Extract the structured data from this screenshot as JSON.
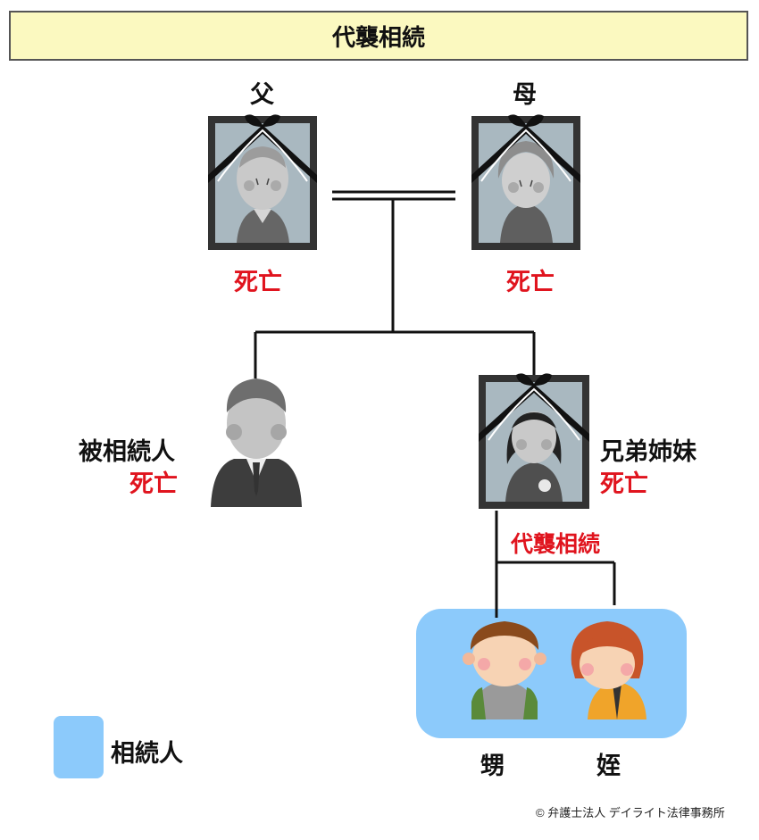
{
  "title": "代襲相続",
  "father": {
    "label": "父",
    "status": "死亡"
  },
  "mother": {
    "label": "母",
    "status": "死亡"
  },
  "decedent": {
    "label": "被相続人",
    "status": "死亡"
  },
  "sibling": {
    "label": "兄弟姉妹",
    "status": "死亡"
  },
  "substitution_label": "代襲相続",
  "nephew": {
    "label": "甥"
  },
  "niece": {
    "label": "姪"
  },
  "legend": {
    "label": "相続人"
  },
  "copyright": "© 弁護士法人 デイライト法律事務所",
  "colors": {
    "title_bg": "#fbf9c0",
    "heir_highlight": "#8ccafb",
    "deceased_text": "#e0141e"
  }
}
